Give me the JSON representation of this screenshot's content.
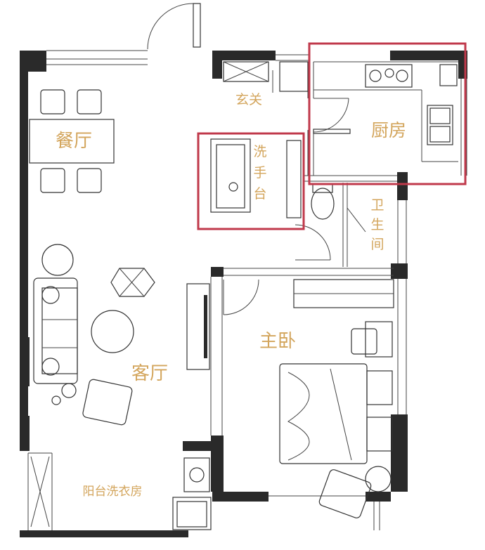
{
  "rooms": {
    "dining": "餐厅",
    "entry": "玄关",
    "kitchen": "厨房",
    "washbasin": [
      "洗",
      "手",
      "台"
    ],
    "bathroom": [
      "卫",
      "生",
      "间"
    ],
    "living": "客厅",
    "master_bedroom": "主卧",
    "balcony_laundry": "阳台洗衣房"
  },
  "colors": {
    "label": "#d3a55c",
    "highlight": "#c0394b",
    "wall": "#2a2a2a"
  }
}
